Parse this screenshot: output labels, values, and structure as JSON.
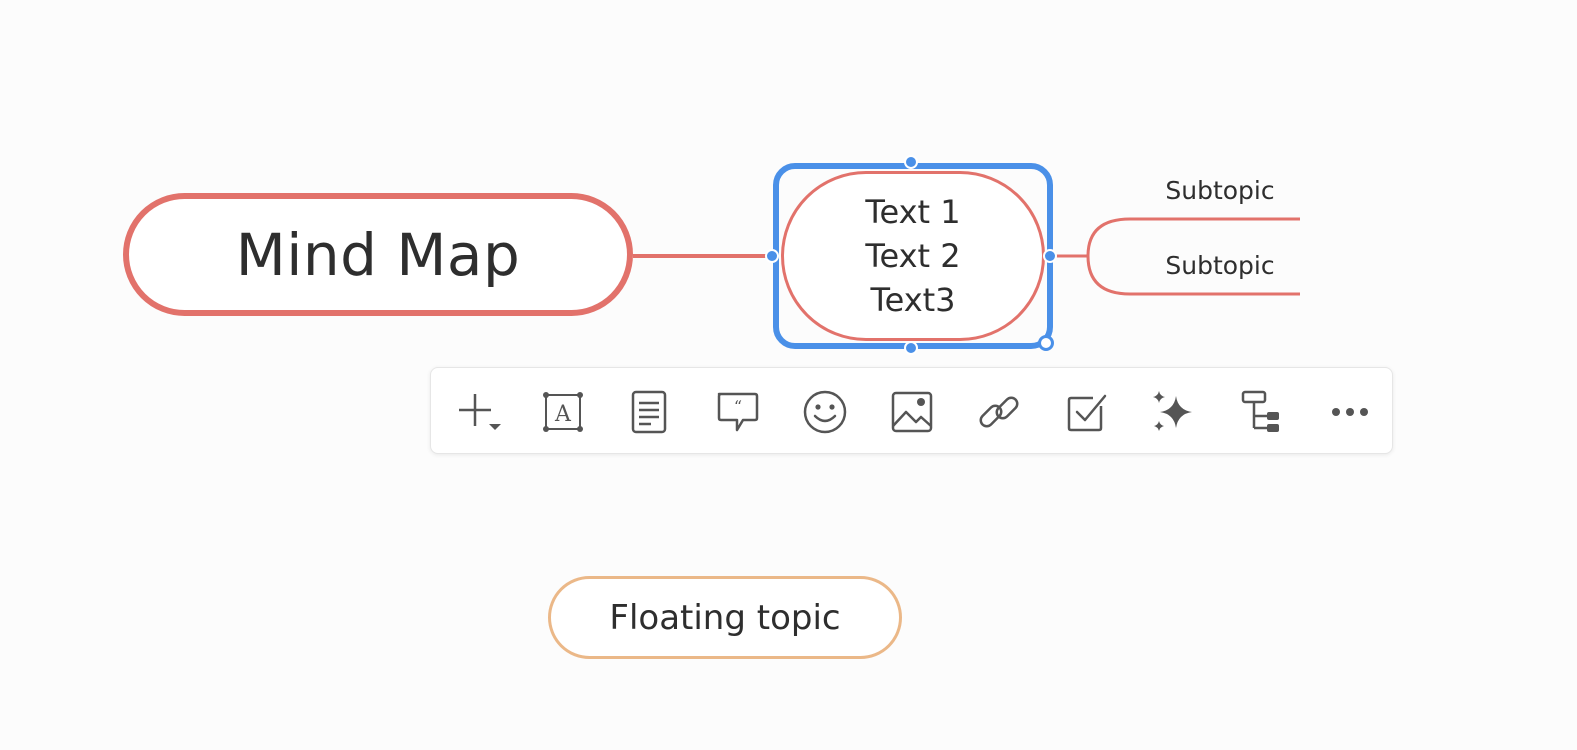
{
  "canvas": {
    "central_topic": "Mind Map",
    "main_topic": {
      "lines": [
        "Text 1",
        "Text 2",
        "Text3"
      ]
    },
    "subtopics": [
      "Subtopic",
      "Subtopic"
    ],
    "floating_topic": "Floating topic"
  },
  "toolbar": {
    "tools": [
      {
        "icon": "add-topic-icon"
      },
      {
        "icon": "text-box-icon"
      },
      {
        "icon": "note-icon"
      },
      {
        "icon": "comment-icon"
      },
      {
        "icon": "emoji-icon"
      },
      {
        "icon": "image-icon"
      },
      {
        "icon": "link-icon"
      },
      {
        "icon": "task-checkbox-icon"
      },
      {
        "icon": "ai-sparkle-icon"
      },
      {
        "icon": "structure-icon"
      },
      {
        "icon": "more-icon"
      }
    ]
  },
  "colors": {
    "central_border": "#e2726b",
    "selection": "#4a90e8",
    "floating_border": "#ebb888",
    "icon": "#555555"
  }
}
